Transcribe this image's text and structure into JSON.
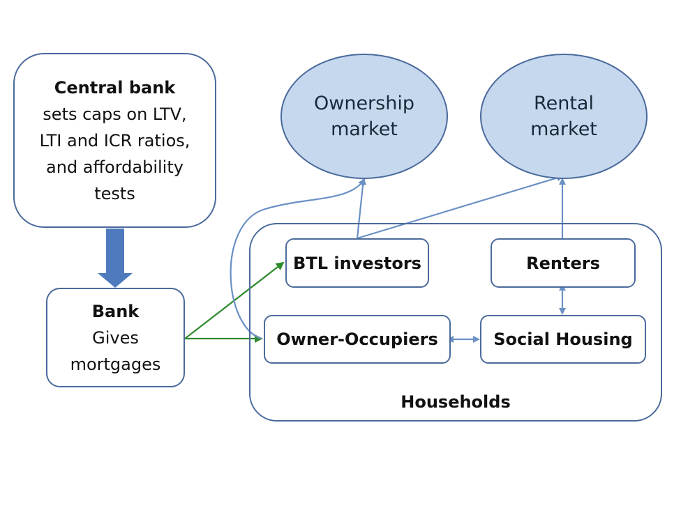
{
  "central_bank": {
    "title": "Central bank",
    "lines": [
      "sets caps on LTV,",
      "LTI and ICR ratios,",
      "and affordability",
      "tests"
    ]
  },
  "bank": {
    "title": "Bank",
    "lines": [
      "Gives",
      "mortgages"
    ]
  },
  "markets": {
    "ownership": [
      "Ownership",
      "market"
    ],
    "rental": [
      "Rental",
      "market"
    ]
  },
  "households": {
    "label": "Households",
    "btl": "BTL investors",
    "renters": "Renters",
    "owner_occupiers": "Owner-Occupiers",
    "social_housing": "Social Housing"
  },
  "colors": {
    "box_border": "#4a6a9b",
    "ellipse_fill": "#c6d8ee",
    "blue_arrow": "#6a90c4",
    "thick_arrow": "#4f7bbe",
    "green_arrow": "#2e8b2e"
  }
}
